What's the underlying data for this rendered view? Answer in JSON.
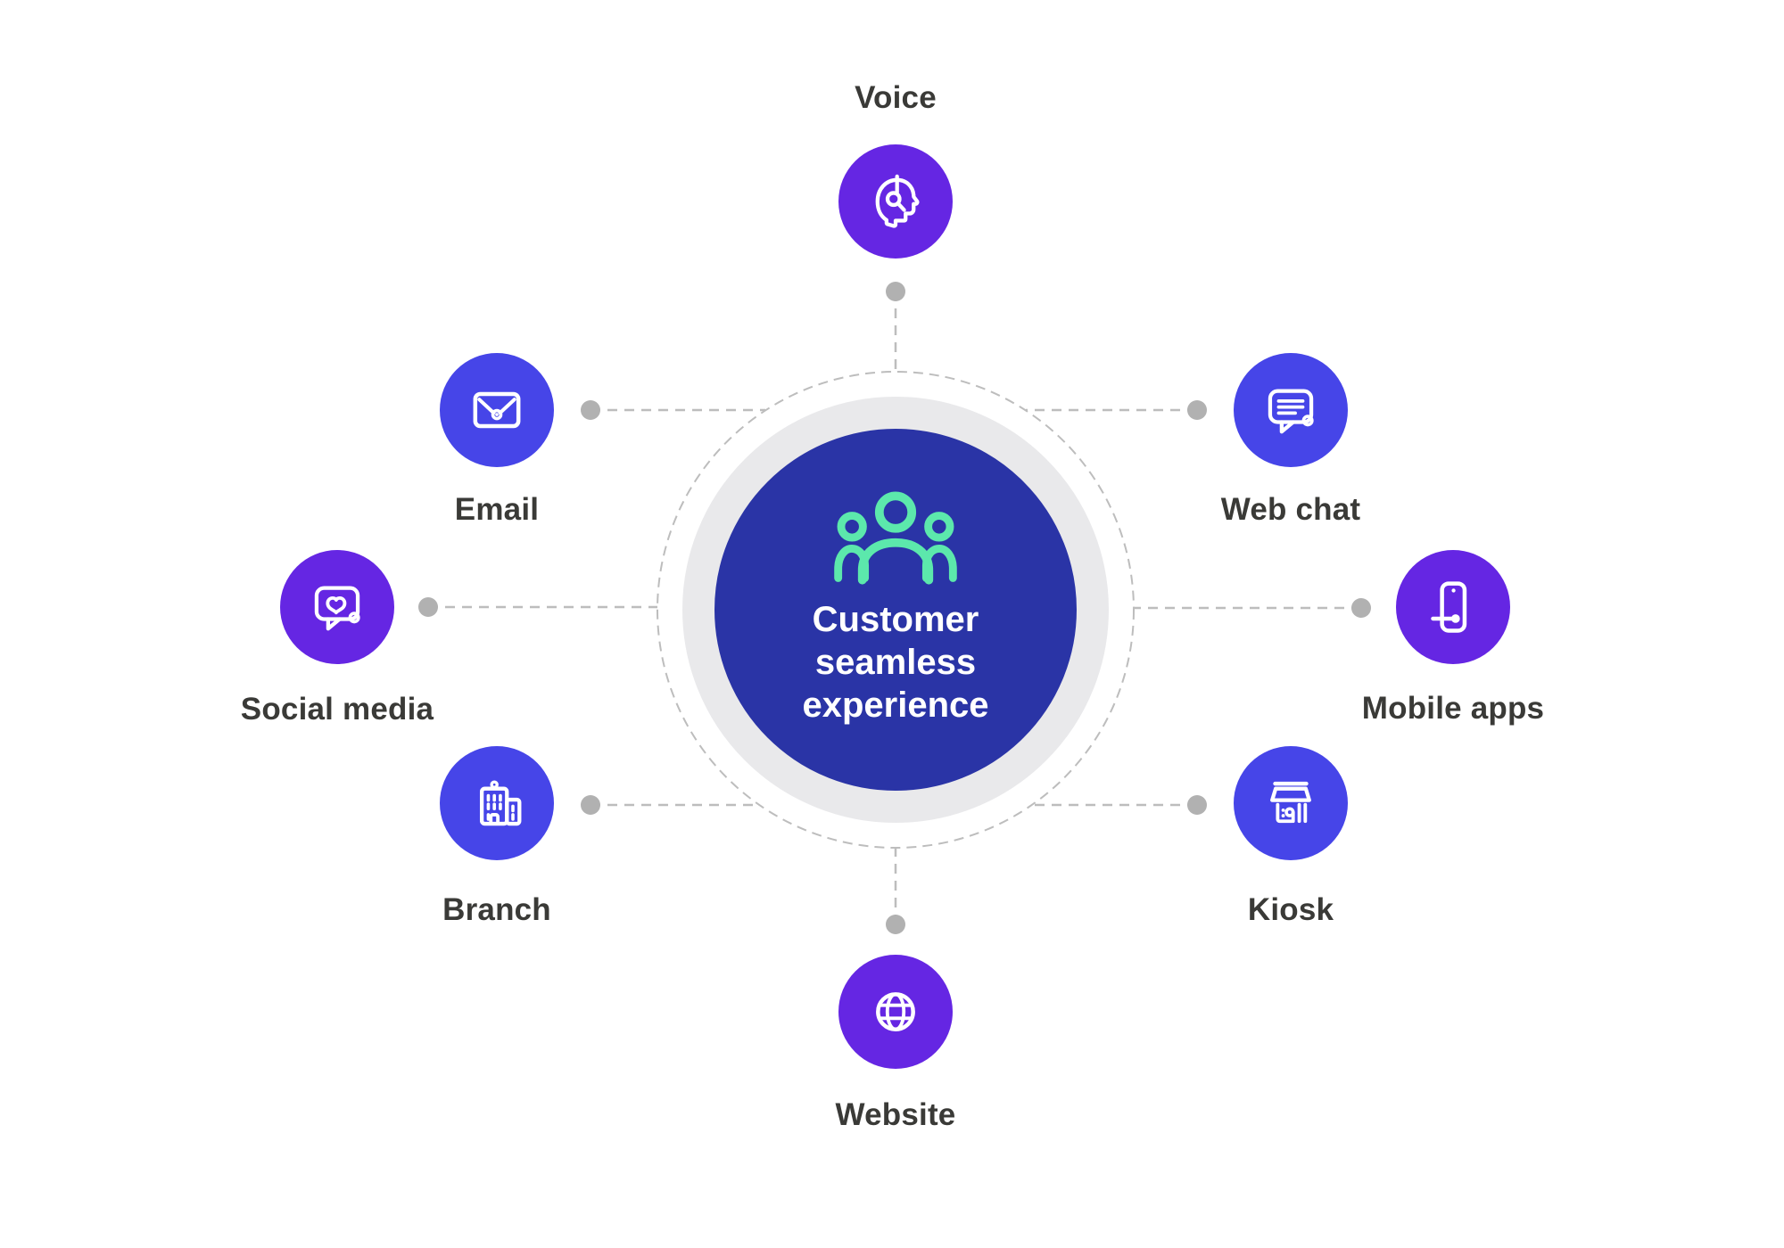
{
  "center": {
    "label": "Customer seamless experience",
    "icon": "people-group-icon",
    "circle_color": "#2A34A6",
    "ring_color": "#E9E9EB",
    "icon_color": "#5CE8AC",
    "text_color": "#FFFFFF"
  },
  "nodes": [
    {
      "id": "voice",
      "label": "Voice",
      "icon": "headset-person-icon",
      "color": "#6526E3",
      "position": "top"
    },
    {
      "id": "email",
      "label": "Email",
      "icon": "envelope-icon",
      "color": "#4645E8",
      "position": "upper-left"
    },
    {
      "id": "web-chat",
      "label": "Web chat",
      "icon": "chat-bubble-icon",
      "color": "#4645E8",
      "position": "upper-right"
    },
    {
      "id": "social-media",
      "label": "Social media",
      "icon": "heart-chat-icon",
      "color": "#6526E3",
      "position": "left"
    },
    {
      "id": "mobile-apps",
      "label": "Mobile apps",
      "icon": "smartphone-icon",
      "color": "#6526E3",
      "position": "right"
    },
    {
      "id": "branch",
      "label": "Branch",
      "icon": "buildings-icon",
      "color": "#4645E8",
      "position": "lower-left"
    },
    {
      "id": "kiosk",
      "label": "Kiosk",
      "icon": "storefront-icon",
      "color": "#4645E8",
      "position": "lower-right"
    },
    {
      "id": "website",
      "label": "Website",
      "icon": "globe-icon",
      "color": "#6526E3",
      "position": "bottom"
    }
  ],
  "palette": {
    "background": "#FFFFFF",
    "blue": "#4645E8",
    "purple": "#6526E3",
    "icon_stroke": "#FFFFFF",
    "label_color": "#3A3A37",
    "connector_line_color": "#BDBDBD",
    "connector_dot_color": "#B1B1B1"
  }
}
